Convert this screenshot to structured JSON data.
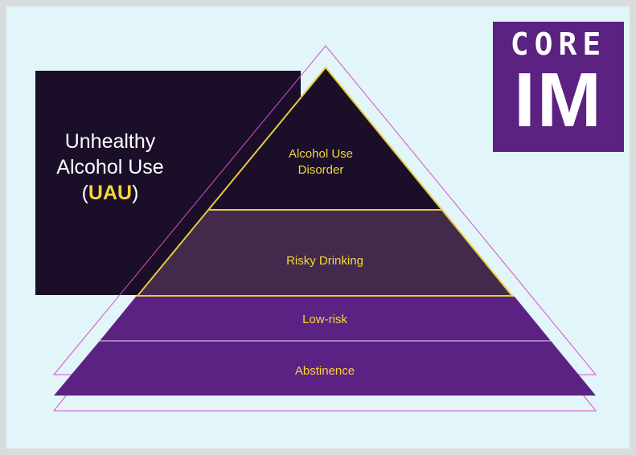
{
  "uau_box": {
    "line1": "Unhealthy",
    "line2": "Alcohol Use",
    "paren_open": "(",
    "abbr": "UAU",
    "paren_close": ")"
  },
  "tiers": [
    {
      "line1": "Alcohol Use",
      "line2": "Disorder"
    },
    {
      "label": "Risky Drinking"
    },
    {
      "label": "Low-risk"
    },
    {
      "label": "Abstinence"
    }
  ],
  "logo": {
    "top": "CORE",
    "bottom": "IM"
  },
  "colors": {
    "background": "#e2f5f8",
    "uau_dark": "#1a0e29",
    "risky_tier": "#432a4c",
    "lower_tiers": "#5c2283",
    "tier_text": "#f6d53b",
    "outline_yellow": "#e5cc3a",
    "outline_pink": "#d94fd0",
    "logo_bg": "#5b2281"
  }
}
